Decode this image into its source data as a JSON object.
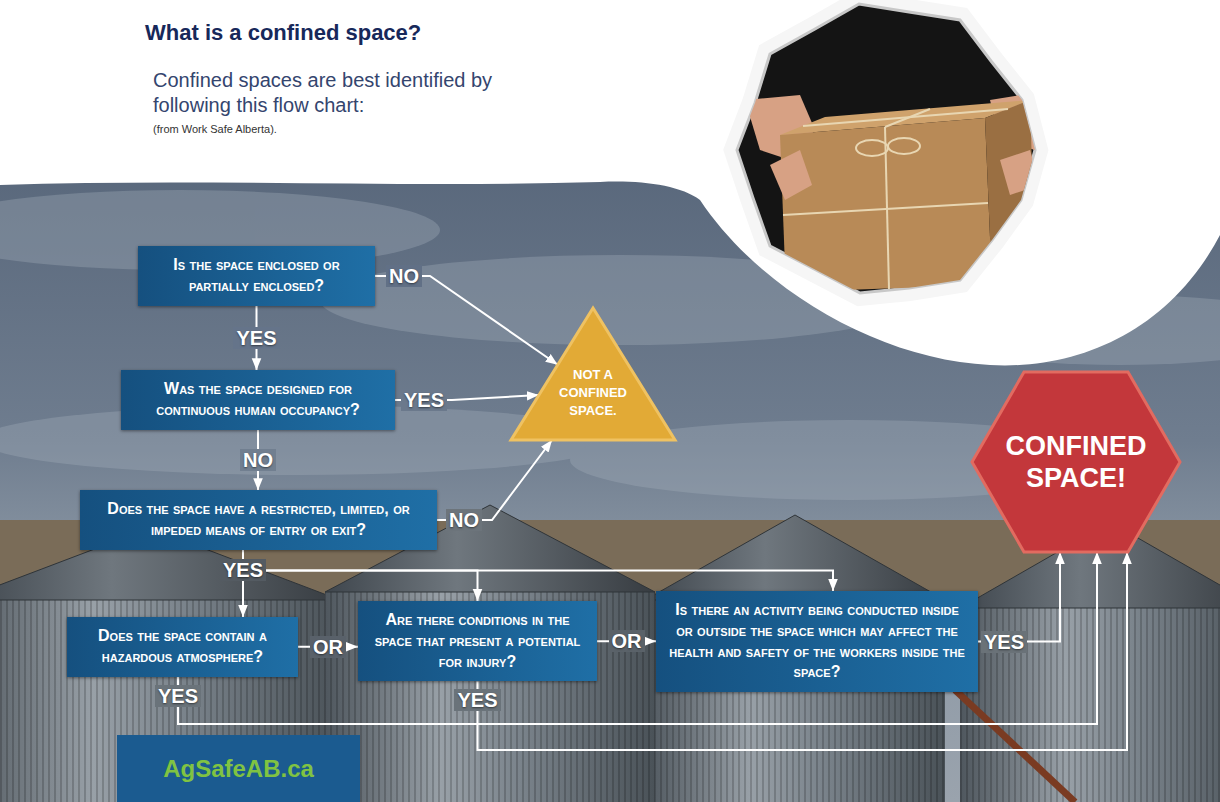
{
  "diagram": {
    "title": "What is a confined space?",
    "nodes": [
      {
        "text": [
          "Is the space enclosed or partially enclosed?"
        ]
      },
      {
        "text": [
          "Was the space designed for continuous human occupancy?"
        ]
      },
      {
        "text": [
          "NOT A CONFINED SPACE."
        ]
      },
      {
        "text": [
          "Does the space have a restricted, limited, or impeded means of entry or exit?"
        ]
      },
      {
        "text": [
          "CONFINED SPACE!"
        ]
      },
      {
        "text": [
          "Does the space contain a hazardous atmosphere?"
        ]
      },
      {
        "text": [
          "Are there conditions in the space that present a potential for injury?"
        ]
      },
      {
        "text": [
          "Is there an activity being conducted inside or outside the space which may affect the health and safety of the workers inside the space?"
        ]
      },
      {
        "text": [
          "AgSafeAB.ca"
        ]
      }
    ],
    "edges": [
      {
        "from": 0,
        "to": 2,
        "label": "NO",
        "arrow": "to"
      },
      {
        "from": 0,
        "to": 1,
        "label": "YES",
        "arrow": "to"
      },
      {
        "from": 1,
        "to": 2,
        "label": "YES",
        "arrow": "to"
      },
      {
        "from": 1,
        "to": 3,
        "label": "NO",
        "arrow": "to"
      },
      {
        "from": 3,
        "to": 2,
        "label": "NO",
        "arrow": "to"
      },
      {
        "from": 3,
        "to": 5,
        "label": "YES",
        "arrow": "to"
      },
      {
        "from": 3,
        "to": 6,
        "arrow": "to"
      },
      {
        "from": 3,
        "to": 7,
        "arrow": "to"
      },
      {
        "from": 5,
        "to": 6,
        "label": "OR",
        "arrow": "to"
      },
      {
        "from": 6,
        "to": 7,
        "label": "OR",
        "arrow": "to"
      },
      {
        "from": 5,
        "to": 4,
        "label": "YES",
        "arrow": "to"
      },
      {
        "from": 6,
        "to": 4,
        "label": "YES",
        "arrow": "to"
      },
      {
        "from": 7,
        "to": 4,
        "label": "YES",
        "arrow": "to"
      }
    ],
    "labels": [
      "Confined spaces are best identified by following this flow chart:",
      "(from Work Safe Alberta)."
    ]
  }
}
